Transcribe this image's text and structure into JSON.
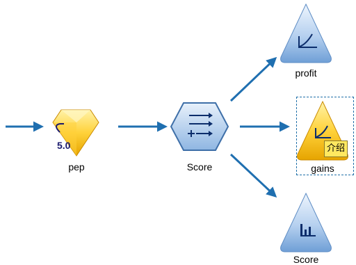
{
  "nodes": {
    "pep": {
      "label": "pep",
      "version_badge": "5.0",
      "icon": "c50-model-diamond-icon"
    },
    "score_proc": {
      "label": "Score",
      "icon": "score-process-hexagon-icon"
    },
    "profit": {
      "label": "profit",
      "icon": "evaluation-chart-triangle-icon"
    },
    "gains": {
      "label": "gains",
      "icon": "evaluation-chart-triangle-icon",
      "selected": true
    },
    "score_out": {
      "label": "Score",
      "icon": "analysis-chart-triangle-icon"
    }
  },
  "tooltip": {
    "text": "介绍"
  },
  "colors": {
    "arrow": "#1f6fb0",
    "blue_node_light": "#dbe9f8",
    "blue_node_dark": "#6f9fd6",
    "gold_node_light": "#ffe36a",
    "gold_node_dark": "#e6a400",
    "selection": "#1f6fa8",
    "tooltip_bg": "#ffe860"
  }
}
